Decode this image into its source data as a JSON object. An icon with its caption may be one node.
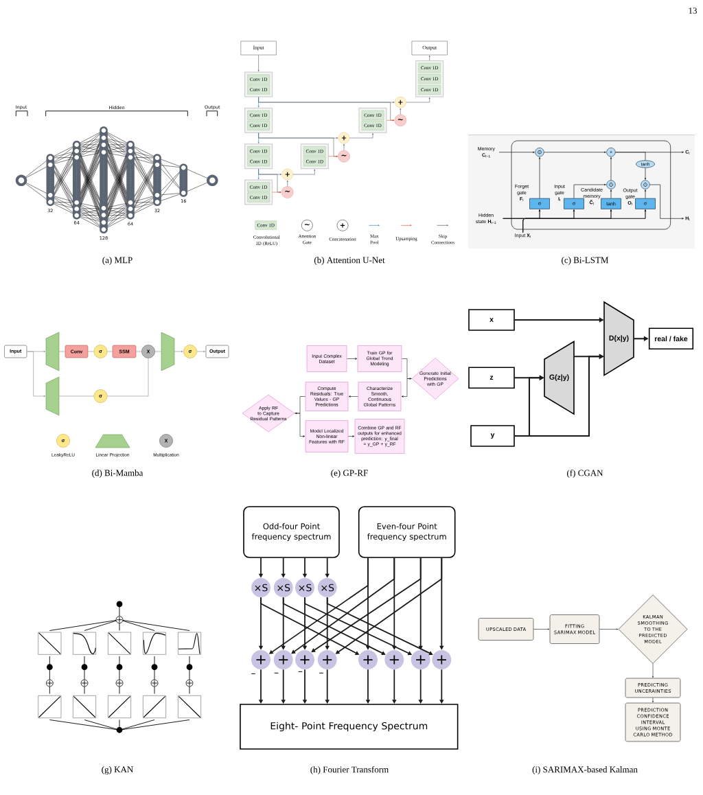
{
  "diagram": {
    "nodes": [
      {
        "text": [
          "Input"
        ]
      },
      {
        "text": [
          "Output"
        ]
      },
      {
        "text": [],
        "shape": "box"
      },
      {
        "text": [
          "Conv 1D"
        ],
        "in": 2
      },
      {
        "text": [
          "Conv 1D"
        ],
        "in": 2
      },
      {
        "text": [],
        "shape": "box"
      },
      {
        "text": [
          "Conv 1D"
        ],
        "in": 5
      },
      {
        "text": [
          "Conv 1D"
        ],
        "in": 5
      },
      {
        "text": [
          "Conv 1D"
        ],
        "in": 5
      },
      {
        "text": [],
        "shape": "box"
      },
      {
        "text": [
          "Conv 1D"
        ],
        "in": 9
      },
      {
        "text": [
          "Conv 1D"
        ],
        "in": 9
      },
      {
        "text": [
          "+"
        ]
      },
      {
        "text": [],
        "shape": "box"
      },
      {
        "text": [
          "Conv 1D"
        ],
        "in": 13
      },
      {
        "text": [
          "Conv 1D"
        ],
        "in": 13
      },
      {
        "text": [
          "~"
        ]
      },
      {
        "text": [],
        "shape": "box"
      },
      {
        "text": [
          "Conv 1D"
        ],
        "in": 17
      },
      {
        "text": [
          "Conv 1D"
        ],
        "in": 17
      },
      {
        "text": [
          "+"
        ]
      },
      {
        "text": [],
        "shape": "box"
      },
      {
        "text": [
          "Conv 1D"
        ],
        "in": 21
      },
      {
        "text": [
          "Conv 1D"
        ],
        "in": 21
      },
      {
        "text": [
          "~"
        ]
      },
      {
        "text": [],
        "shape": "box"
      },
      {
        "text": [
          "Conv 1D"
        ],
        "in": 25
      },
      {
        "text": [
          "Conv 1D"
        ],
        "in": 25
      },
      {
        "text": [
          "+"
        ]
      },
      {
        "text": [
          "~"
        ]
      },
      {
        "text": [
          "Memory **C**$_{t−1}$"
        ]
      },
      {
        "text": [
          "**C**$_{t}$"
        ]
      },
      {
        "text": [],
        "shape": "box"
      },
      {
        "text": [
          "⊙"
        ],
        "in": 32
      },
      {
        "text": [
          "+"
        ],
        "in": 32
      },
      {
        "text": [
          "tanh"
        ],
        "in": 32
      },
      {
        "text": [
          "⊙"
        ],
        "in": 32
      },
      {
        "text": [
          "⊙"
        ],
        "in": 32
      },
      {
        "text": [
          "σ"
        ],
        "in": 32,
        "beside": [
          "Forget gate **F**$_{t}$"
        ]
      },
      {
        "text": [
          "σ"
        ],
        "in": 32,
        "beside": [
          "Input gate **I**$_{t}$"
        ]
      },
      {
        "text": [
          "tanh"
        ],
        "in": 32,
        "beside": [
          "Candidate memory **C̃**$_{t}$"
        ]
      },
      {
        "text": [
          "σ"
        ],
        "in": 32,
        "beside": [
          "Output gate **O**$_{t}$"
        ]
      },
      {
        "text": [
          "Hidden state **H**$_{t−1}$"
        ]
      },
      {
        "text": [
          "**H**$_{t}$"
        ]
      },
      {
        "text": [
          "Input **X**$_{t}$"
        ]
      },
      {
        "text": [
          "Input"
        ]
      },
      {
        "text": [],
        "shape": "trapezoid"
      },
      {
        "text": [
          "Conv"
        ]
      },
      {
        "text": [
          "σ"
        ]
      },
      {
        "text": [
          "SSM"
        ]
      },
      {
        "text": [
          "X"
        ]
      },
      {
        "text": [],
        "shape": "trapezoid"
      },
      {
        "text": [
          "σ"
        ]
      },
      {
        "text": [
          "Output"
        ]
      },
      {
        "text": [],
        "shape": "trapezoid"
      },
      {
        "text": [
          "σ"
        ]
      },
      {
        "text": [
          "Input Complex Dataset"
        ]
      },
      {
        "text": [
          "Train GP for Global Trend Modeling"
        ]
      },
      {
        "text": [
          "Generate Initial Predictions with GP"
        ]
      },
      {
        "text": [
          "Compute Residuals: True Values - GP Predictions"
        ]
      },
      {
        "text": [
          "Characterize Smooth, Continuous Global Patterns"
        ]
      },
      {
        "text": [
          "Apply RF to Capture Residual Patterns"
        ]
      },
      {
        "text": [
          "Model Localized Non-linear Features with RF"
        ]
      },
      {
        "text": [
          "Combine GP and RF outputs for enhanced prediction: y_final = y_GP + y_RF"
        ]
      },
      {
        "text": [
          "x"
        ]
      },
      {
        "text": [
          "D(x|y)"
        ]
      },
      {
        "text": [
          "real / fake"
        ]
      },
      {
        "text": [
          "G(z|y)"
        ]
      },
      {
        "text": [
          "z"
        ]
      },
      {
        "text": [
          "y"
        ]
      },
      {
        "text": [
          "Odd-four Point frequency spectrum"
        ]
      },
      {
        "text": [
          "Even-four Point frequency spectrum"
        ]
      },
      {
        "text": [
          "×S"
        ]
      },
      {
        "text": [
          "×S"
        ]
      },
      {
        "text": [
          "×S"
        ]
      },
      {
        "text": [
          "×S"
        ]
      },
      {
        "text": [
          "+"
        ],
        "beside": [
          "–"
        ]
      },
      {
        "text": [
          "+"
        ],
        "beside": [
          "–"
        ]
      },
      {
        "text": [
          "+"
        ],
        "beside": [
          "–"
        ]
      },
      {
        "text": [
          "+"
        ],
        "beside": [
          "–"
        ]
      },
      {
        "text": [
          "+"
        ]
      },
      {
        "text": [
          "+"
        ]
      },
      {
        "text": [
          "+"
        ]
      },
      {
        "text": [
          "+"
        ]
      },
      {
        "text": [
          "Eight- Point Frequency Spectrum"
        ]
      },
      {
        "text": [
          "UPSCALED DATA"
        ]
      },
      {
        "text": [
          "FITTING SARIMAX MODEL"
        ]
      },
      {
        "text": [
          "KALMAN SMOOTHING TO THE PREDICTED MODEL"
        ]
      },
      {
        "text": [
          "PREDICTING UNCERAINTIES"
        ]
      },
      {
        "text": [
          "PREDICTION CONFIDENCE INTERVAL USING MONTE CARLO METHOD"
        ]
      }
    ],
    "edges": [
      {
        "from": 0,
        "to": 2,
        "arrow": "to",
        "color": "#56606e"
      },
      {
        "from": 2,
        "to": 12,
        "arrow": "to",
        "color": "#56606e"
      },
      {
        "from": 2,
        "to": 16,
        "arrow": "to",
        "color": "#56606e"
      },
      {
        "from": 9,
        "to": 20,
        "arrow": "to",
        "color": "#56606e"
      },
      {
        "from": 9,
        "to": 24,
        "arrow": "to",
        "color": "#56606e"
      },
      {
        "from": 17,
        "to": 28,
        "arrow": "to",
        "color": "#56606e"
      },
      {
        "from": 17,
        "to": 29,
        "arrow": "to",
        "color": "#56606e"
      },
      {
        "from": 2,
        "to": 9,
        "arrow": "to",
        "color": "#2e86c9"
      },
      {
        "from": 9,
        "to": 17,
        "arrow": "to",
        "color": "#2e86c9"
      },
      {
        "from": 17,
        "to": 25,
        "arrow": "to",
        "color": "#2e86c9"
      },
      {
        "from": 25,
        "to": 29,
        "arrow": "to",
        "color": "#e4582b"
      },
      {
        "from": 21,
        "to": 24,
        "arrow": "to",
        "color": "#e4582b"
      },
      {
        "from": 13,
        "to": 16,
        "arrow": "to",
        "color": "#e4582b"
      },
      {
        "from": 29,
        "to": 28,
        "arrow": "to",
        "color": "#56606e"
      },
      {
        "from": 28,
        "to": 21,
        "arrow": "to",
        "color": "#56606e"
      },
      {
        "from": 24,
        "to": 20,
        "arrow": "to",
        "color": "#56606e"
      },
      {
        "from": 20,
        "to": 13,
        "arrow": "to",
        "color": "#56606e"
      },
      {
        "from": 16,
        "to": 12,
        "arrow": "to",
        "color": "#56606e"
      },
      {
        "from": 12,
        "to": 5,
        "arrow": "to",
        "color": "#56606e"
      },
      {
        "from": 5,
        "to": 1,
        "arrow": "to",
        "color": "#56606e"
      },
      {
        "from": 30,
        "to": 33,
        "arrow": "to"
      },
      {
        "from": 33,
        "to": 34,
        "arrow": "to"
      },
      {
        "from": 34,
        "to": 31,
        "arrow": "to"
      },
      {
        "from": 34,
        "to": 35,
        "arrow": "none"
      },
      {
        "from": 35,
        "to": 37,
        "arrow": "to"
      },
      {
        "from": 38,
        "to": 33,
        "arrow": "to"
      },
      {
        "from": 39,
        "to": 36,
        "arrow": "to"
      },
      {
        "from": 40,
        "to": 36,
        "arrow": "to"
      },
      {
        "from": 36,
        "to": 34,
        "arrow": "to"
      },
      {
        "from": 41,
        "to": 37,
        "arrow": "to"
      },
      {
        "from": 37,
        "to": 43,
        "arrow": "to"
      },
      {
        "from": 42,
        "to": 38,
        "arrow": "to"
      },
      {
        "from": 42,
        "to": 39,
        "arrow": "to"
      },
      {
        "from": 42,
        "to": 40,
        "arrow": "to"
      },
      {
        "from": 42,
        "to": 41,
        "arrow": "to"
      },
      {
        "from": 44,
        "to": 38,
        "arrow": "to"
      },
      {
        "from": 44,
        "to": 39,
        "arrow": "to"
      },
      {
        "from": 44,
        "to": 40,
        "arrow": "to"
      },
      {
        "from": 44,
        "to": 41,
        "arrow": "to"
      },
      {
        "from": 45,
        "to": 46,
        "arrow": "to",
        "color": "#9a9a9a"
      },
      {
        "from": 45,
        "to": 54,
        "arrow": "to",
        "color": "#9a9a9a"
      },
      {
        "from": 46,
        "to": 47,
        "arrow": "none",
        "color": "#9a9a9a"
      },
      {
        "from": 47,
        "to": 48,
        "arrow": "none",
        "color": "#9a9a9a"
      },
      {
        "from": 48,
        "to": 49,
        "arrow": "none",
        "color": "#9a9a9a"
      },
      {
        "from": 49,
        "to": 50,
        "arrow": "none",
        "color": "#9a9a9a"
      },
      {
        "from": 50,
        "to": 51,
        "arrow": "none",
        "color": "#9a9a9a"
      },
      {
        "from": 51,
        "to": 52,
        "arrow": "to",
        "color": "#9a9a9a"
      },
      {
        "from": 52,
        "to": 53,
        "arrow": "to",
        "color": "#9a9a9a"
      },
      {
        "from": 54,
        "to": 55,
        "arrow": "none",
        "color": "#9a9a9a"
      },
      {
        "from": 55,
        "to": 50,
        "arrow": "none",
        "color": "#9a9a9a"
      },
      {
        "from": 56,
        "to": 57,
        "arrow": "to"
      },
      {
        "from": 57,
        "to": 58,
        "arrow": "to"
      },
      {
        "from": 58,
        "to": 60,
        "arrow": "to"
      },
      {
        "from": 60,
        "to": 59,
        "arrow": "to"
      },
      {
        "from": 59,
        "to": 61,
        "arrow": "to"
      },
      {
        "from": 61,
        "to": 62,
        "arrow": "to"
      },
      {
        "from": 62,
        "to": 63,
        "arrow": "to"
      },
      {
        "from": 64,
        "to": 65,
        "arrow": "to"
      },
      {
        "from": 68,
        "to": 67,
        "arrow": "to"
      },
      {
        "from": 69,
        "to": 67,
        "arrow": "to"
      },
      {
        "from": 69,
        "to": 65,
        "arrow": "to"
      },
      {
        "from": 67,
        "to": 65,
        "arrow": "to"
      },
      {
        "from": 65,
        "to": 66,
        "arrow": "to"
      },
      {
        "from": 70,
        "to": 72,
        "arrow": "to"
      },
      {
        "from": 70,
        "to": 73,
        "arrow": "to"
      },
      {
        "from": 70,
        "to": 74,
        "arrow": "to"
      },
      {
        "from": 70,
        "to": 75,
        "arrow": "to"
      },
      {
        "from": 72,
        "to": 76,
        "arrow": "to"
      },
      {
        "from": 73,
        "to": 77,
        "arrow": "to"
      },
      {
        "from": 74,
        "to": 78,
        "arrow": "to"
      },
      {
        "from": 75,
        "to": 79,
        "arrow": "to"
      },
      {
        "from": 72,
        "to": 80,
        "arrow": "to"
      },
      {
        "from": 73,
        "to": 81,
        "arrow": "to"
      },
      {
        "from": 74,
        "to": 82,
        "arrow": "to"
      },
      {
        "from": 75,
        "to": 83,
        "arrow": "to"
      },
      {
        "from": 71,
        "to": 80,
        "arrow": "to"
      },
      {
        "from": 71,
        "to": 81,
        "arrow": "to"
      },
      {
        "from": 71,
        "to": 82,
        "arrow": "to"
      },
      {
        "from": 71,
        "to": 83,
        "arrow": "to"
      },
      {
        "from": 71,
        "to": 76,
        "arrow": "to"
      },
      {
        "from": 71,
        "to": 77,
        "arrow": "to"
      },
      {
        "from": 71,
        "to": 78,
        "arrow": "to"
      },
      {
        "from": 71,
        "to": 79,
        "arrow": "to"
      },
      {
        "from": 76,
        "to": 84,
        "arrow": "to"
      },
      {
        "from": 77,
        "to": 84,
        "arrow": "to"
      },
      {
        "from": 78,
        "to": 84,
        "arrow": "to"
      },
      {
        "from": 79,
        "to": 84,
        "arrow": "to"
      },
      {
        "from": 80,
        "to": 84,
        "arrow": "to"
      },
      {
        "from": 81,
        "to": 84,
        "arrow": "to"
      },
      {
        "from": 82,
        "to": 84,
        "arrow": "to"
      },
      {
        "from": 83,
        "to": 84,
        "arrow": "to"
      },
      {
        "from": 85,
        "to": 86,
        "arrow": "to"
      },
      {
        "from": 86,
        "to": 87,
        "arrow": "to"
      },
      {
        "from": 87,
        "to": 88,
        "arrow": "to"
      },
      {
        "from": 88,
        "to": 89,
        "arrow": "to"
      }
    ],
    "labels": [
      "13",
      "Input",
      "Hidden",
      "Output",
      "32",
      "64",
      "128",
      "64",
      "32",
      "16",
      "Conv 1D",
      "~",
      "+",
      "(a) MLP",
      "(b) Attention U-Net",
      "(c) Bi-LSTM",
      "σ",
      "X",
      "(d) Bi-Mamba",
      "(e) GP-RF",
      "(f) CGAN",
      "(g) KAN",
      "(h) Fourier Transform",
      "(i) SARIMAX-based Kalman"
    ],
    "legend": [
      {
        "text": "Convolutional 1D (ReLU)",
        "color": "#d5e8d4"
      },
      {
        "text": "Attention Gate"
      },
      {
        "text": "Concatenation"
      },
      {
        "text": "Max Pool"
      },
      {
        "text": "Upsamping"
      },
      {
        "text": "Skip Connections"
      },
      {
        "text": "LeakyReLU"
      },
      {
        "text": "Linear Projection"
      },
      {
        "text": "Multiplication"
      }
    ]
  }
}
